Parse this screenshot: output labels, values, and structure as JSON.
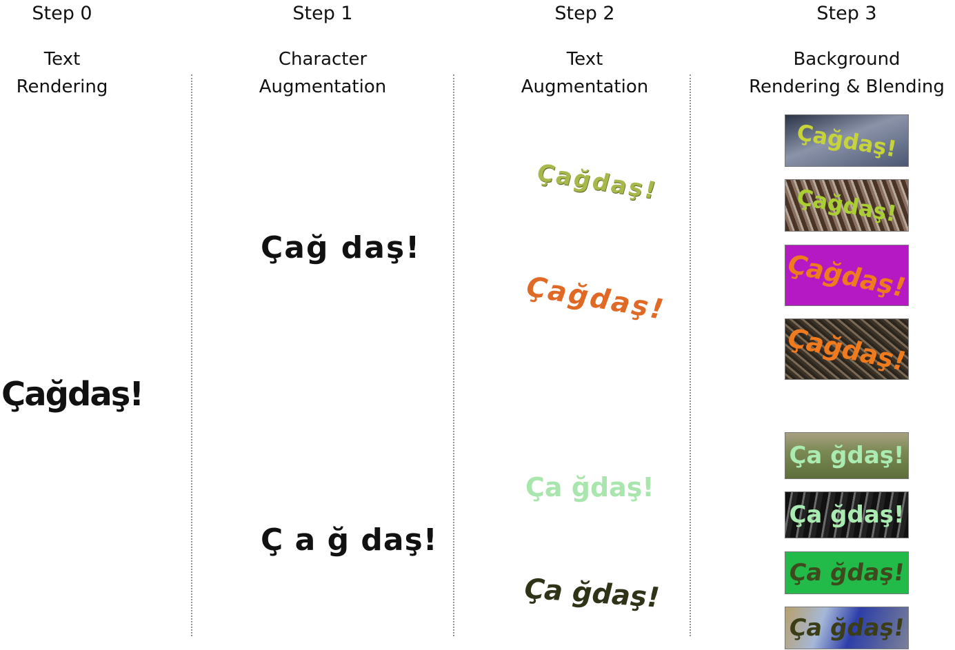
{
  "steps": [
    {
      "step": "Step 0",
      "title_l1": "Text",
      "title_l2": "Rendering"
    },
    {
      "step": "Step 1",
      "title_l1": "Character",
      "title_l2": "Augmentation"
    },
    {
      "step": "Step 2",
      "title_l1": "Text",
      "title_l2": "Augmentation"
    },
    {
      "step": "Step 3",
      "title_l1": "Background",
      "title_l2": "Rendering & Blending"
    }
  ],
  "word": "Çağdaş!",
  "step1_words": [
    "Çağ daş!",
    "Ç a ğ daş!"
  ],
  "step2_words": [
    {
      "text": "Çağdaş!",
      "color": "#a8b84a"
    },
    {
      "text": "Çağdaş!",
      "color": "#e06a25"
    },
    {
      "text": "Ça ğdaş!",
      "color": "#a9e6ae"
    },
    {
      "text": "Ça ğdaş!",
      "color": "#2f3318"
    }
  ],
  "step3_tiles": [
    {
      "text": "Çağdaş!",
      "color": "#c6d33a",
      "bg": "#5b6a82"
    },
    {
      "text": "Çağdaş!",
      "color": "#a9cf32",
      "bg": "#6a4e3c"
    },
    {
      "text": "Çağdaş!",
      "color": "#f07a1e",
      "bg": "#b519c4"
    },
    {
      "text": "Çağdaş!",
      "color": "#f07a1e",
      "bg": "#4e4234"
    },
    {
      "text": "Ça ğdaş!",
      "color": "#a9ebb0",
      "bg": "#7b8a55"
    },
    {
      "text": "Ça ğdaş!",
      "color": "#a9ebb0",
      "bg": "#2a2a2a"
    },
    {
      "text": "Ça ğdaş!",
      "color": "#3e4a1e",
      "bg": "#22bb4a"
    },
    {
      "text": "Ça ğdaş!",
      "color": "#3a3d16",
      "bg": "#5f6d86"
    }
  ]
}
